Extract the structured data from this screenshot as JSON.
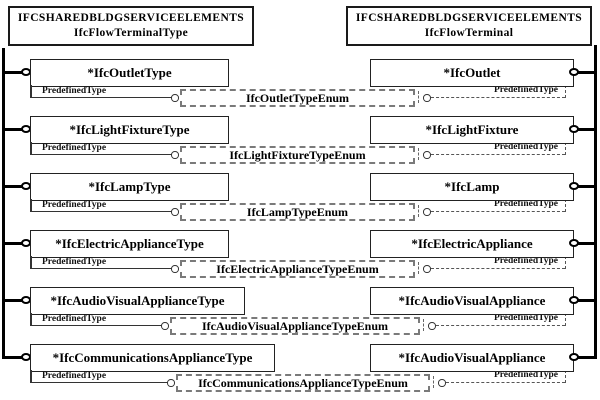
{
  "diagram": {
    "left_header": {
      "line1": "IFCSHAREDBLDGSERVICEELEMENTS",
      "line2": "IfcFlowTerminalType"
    },
    "right_header": {
      "line1": "IFCSHAREDBLDGSERVICEELEMENTS",
      "line2": "IfcFlowTerminal"
    },
    "attribute_label": "PredefinedType",
    "rows": [
      {
        "left": "*IfcOutletType",
        "enum": "IfcOutletTypeEnum",
        "right": "*IfcOutlet"
      },
      {
        "left": "*IfcLightFixtureType",
        "enum": "IfcLightFixtureTypeEnum",
        "right": "*IfcLightFixture"
      },
      {
        "left": "*IfcLampType",
        "enum": "IfcLampTypeEnum",
        "right": "*IfcLamp"
      },
      {
        "left": "*IfcElectricApplianceType",
        "enum": "IfcElectricApplianceTypeEnum",
        "right": "*IfcElectricAppliance"
      },
      {
        "left": "*IfcAudioVisualApplianceType",
        "enum": "IfcAudioVisualApplianceTypeEnum",
        "right": "*IfcAudioVisualAppliance"
      },
      {
        "left": "*IfcCommunicationsApplianceType",
        "enum": "IfcCommunicationsApplianceTypeEnum",
        "right": "*IfcAudioVisualAppliance"
      }
    ],
    "colors": {
      "line": "#000000",
      "dashed_line": "#555555",
      "dashed_box_border": "#7a7a7a",
      "box_border": "#222222",
      "background": "#ffffff"
    }
  }
}
